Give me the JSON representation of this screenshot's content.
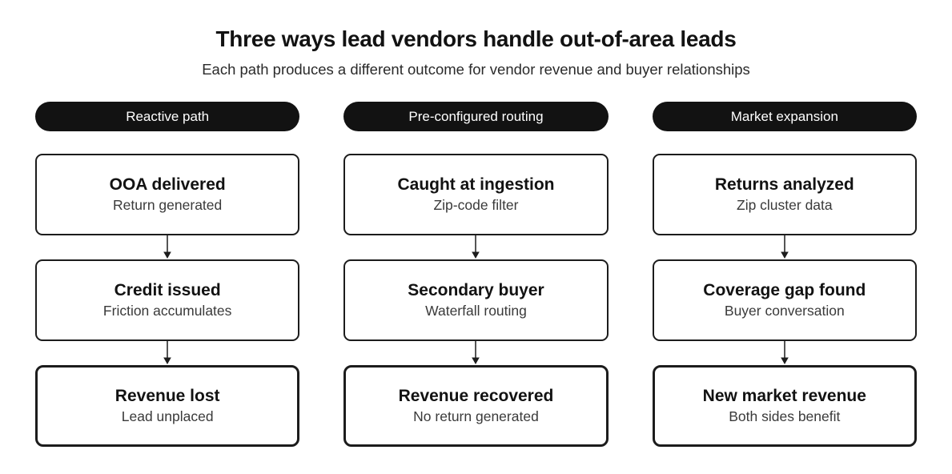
{
  "title": "Three ways lead vendors handle out-of-area leads",
  "subtitle": "Each path produces a different outcome for vendor revenue and buyer relationships",
  "colors": {
    "pill_background": "#121212",
    "pill_text": "#ffffff",
    "box_border": "#1c1c1c",
    "background": "#ffffff"
  },
  "columns": [
    {
      "header": "Reactive path",
      "steps": [
        {
          "title": "OOA delivered",
          "subtitle": "Return generated",
          "emphasis": false
        },
        {
          "title": "Credit issued",
          "subtitle": "Friction accumulates",
          "emphasis": false
        },
        {
          "title": "Revenue lost",
          "subtitle": "Lead unplaced",
          "emphasis": true
        }
      ]
    },
    {
      "header": "Pre-configured routing",
      "steps": [
        {
          "title": "Caught at ingestion",
          "subtitle": "Zip-code filter",
          "emphasis": false
        },
        {
          "title": "Secondary buyer",
          "subtitle": "Waterfall routing",
          "emphasis": false
        },
        {
          "title": "Revenue recovered",
          "subtitle": "No return generated",
          "emphasis": true
        }
      ]
    },
    {
      "header": "Market expansion",
      "steps": [
        {
          "title": "Returns analyzed",
          "subtitle": "Zip cluster data",
          "emphasis": false
        },
        {
          "title": "Coverage gap found",
          "subtitle": "Buyer conversation",
          "emphasis": false
        },
        {
          "title": "New market revenue",
          "subtitle": "Both sides benefit",
          "emphasis": true
        }
      ]
    }
  ]
}
